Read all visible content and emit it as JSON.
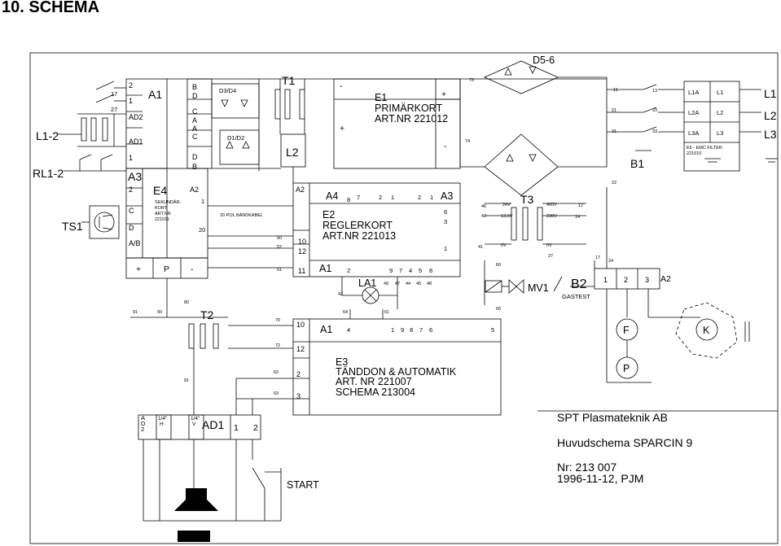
{
  "page": {
    "title": "10. SCHEMA"
  },
  "terminals": {
    "l1_2": "L1-2",
    "rl1_2": "RL1-2",
    "ts1": "TS1",
    "l1": "L1",
    "l2": "L2",
    "l3": "L3"
  },
  "a1_block": {
    "label": "A1",
    "pins": [
      "2",
      "1",
      "AD2",
      "AD1",
      "1"
    ],
    "relay_pins": [
      "17",
      "27"
    ]
  },
  "a3_block": {
    "label": "A3",
    "pins": [
      "2",
      "C",
      "D",
      "A/B"
    ],
    "bottom": [
      "+",
      "P",
      "-"
    ]
  },
  "e4": {
    "label": "E4",
    "text": [
      "SEKUNDÄR-",
      "KORT",
      "ART.NR",
      "221011"
    ],
    "a2": "A2",
    "pin_1": "1",
    "pin_20": "20",
    "top_pins": [
      "B",
      "D",
      "C",
      "A",
      "A",
      "C",
      "D",
      "B"
    ]
  },
  "diodes": {
    "d3d4": "D3/D4",
    "d1d2": "D1/D2"
  },
  "cable": {
    "label": "20 POL BANDKABEL",
    "wires": [
      "50",
      "52",
      "51"
    ]
  },
  "t1": {
    "label": "T1"
  },
  "l2_choke": {
    "label": "L2"
  },
  "e1": {
    "label": "E1",
    "name": "PRIMÄRKORT",
    "art": "ART.NR 221012",
    "minus": "-",
    "plus": "+",
    "plus_right": "+",
    "minus_right": "-"
  },
  "e2": {
    "a2": "A2",
    "a4": "A4",
    "pins_top": [
      "8",
      "7",
      "2",
      "1"
    ],
    "pins_top2": [
      "2",
      "1"
    ],
    "a3": "A3",
    "label": "E2",
    "name": "REGLERKORT",
    "art": "ART.NR 221013",
    "pins_left": [
      "10",
      "12",
      "11"
    ],
    "a1": "A1",
    "pin_2": "2",
    "pins_right": [
      "6",
      "3",
      "1"
    ],
    "pins_bottom": [
      "9",
      "7",
      "4",
      "5",
      "8"
    ]
  },
  "lamp": {
    "label": "LA1",
    "wires": [
      "49",
      "47",
      "44",
      "45",
      "48"
    ],
    "left": "42",
    "w64": "64",
    "w61": "61"
  },
  "e3": {
    "a1": "A1",
    "pins_top": [
      "4",
      "1",
      "9",
      "8",
      "7",
      "6",
      "5"
    ],
    "pins_left": [
      "10",
      "12",
      "2",
      "3"
    ],
    "label": "E3",
    "name": "TÄNDDON & AUTOMATIK",
    "art": "ART. NR 221007",
    "schema": "SCHEMA 213004"
  },
  "t2": {
    "label": "T2",
    "wires": [
      "80",
      "91",
      "90",
      "81",
      "70",
      "72",
      "62",
      "63"
    ]
  },
  "d5_6": {
    "label": "D5-6",
    "wires": [
      "73",
      "74"
    ]
  },
  "t3": {
    "label": "T3",
    "prim": [
      "46",
      "43",
      "41"
    ],
    "prim_v": [
      "24V",
      "13,5V",
      "0V"
    ],
    "sec_v": [
      "400V",
      "230V",
      "0V"
    ],
    "sec": [
      "12",
      "14",
      "27"
    ],
    "w60": "60",
    "w65": "65"
  },
  "b1": {
    "label": "B1",
    "contacts": [
      "11",
      "13",
      "21",
      "23",
      "31",
      "33",
      "22"
    ]
  },
  "emc": {
    "l1a": "L1A",
    "l2a": "L2A",
    "l3a": "L3A",
    "l1": "L1",
    "l2": "L2",
    "l3": "L3",
    "title": "E5 - EMC FILTER",
    "art": "221010"
  },
  "mv1": {
    "label": "MV1"
  },
  "b2": {
    "label": "B2",
    "sub": "GASTEST",
    "w17": "17",
    "w24": "24"
  },
  "a2_block": {
    "label": "A2",
    "pins": [
      "1",
      "2",
      "3"
    ]
  },
  "motors": {
    "f": "F",
    "p": "P",
    "k": "K"
  },
  "ad1_block": {
    "pins": [
      "A",
      "D",
      "2"
    ],
    "h": [
      "1/4\"",
      "H"
    ],
    "v": [
      "1/4\"",
      "V"
    ],
    "label": "AD1",
    "p1": "1",
    "p2": "2"
  },
  "start": {
    "label": "START"
  },
  "company": {
    "name": "SPT Plasmateknik AB",
    "doc": "Huvudschema SPARCIN 9",
    "nr": "Nr: 213 007",
    "date": "1996-11-12, PJM"
  }
}
